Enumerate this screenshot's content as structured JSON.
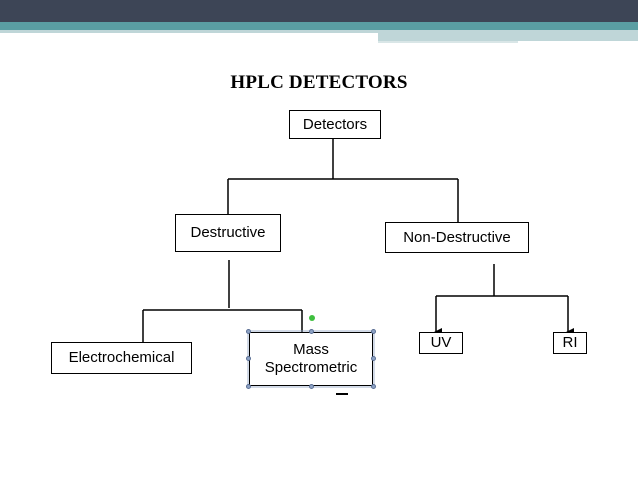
{
  "slide": {
    "title": "HPLC DETECTORS"
  },
  "theme": {
    "band_dark": "#3d4556",
    "band_teal": "#5a9ea3",
    "band_light": "#bfd6d8",
    "line_color": "#000000",
    "handle_color": "#8ea3c4",
    "rotate_handle_color": "#3fbf3f"
  },
  "diagram": {
    "nodes": {
      "root": "Detectors",
      "destructive": "Destructive",
      "non_destructive": "Non-Destructive",
      "electrochemical": "Electrochemical",
      "mass_line1": "Mass",
      "mass_line2": "Spectrometric",
      "uv": "UV",
      "ri": "RI"
    },
    "edges": [
      [
        "Detectors",
        "Destructive"
      ],
      [
        "Detectors",
        "Non-Destructive"
      ],
      [
        "Destructive",
        "Electrochemical"
      ],
      [
        "Destructive",
        "Mass Spectrometric"
      ],
      [
        "Non-Destructive",
        "UV"
      ],
      [
        "Non-Destructive",
        "RI"
      ]
    ],
    "selected_node": "Mass Spectrometric"
  }
}
